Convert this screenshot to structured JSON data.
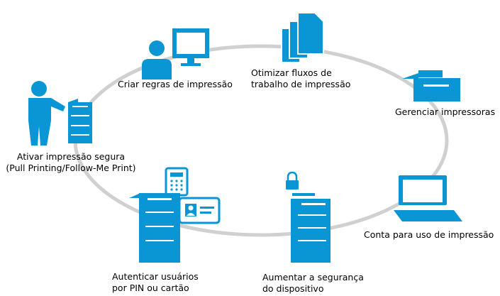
{
  "colors": {
    "accent": "#0a96d4",
    "cycle": "#d0d0d0",
    "icon_white": "#ffffff"
  },
  "steps": [
    {
      "icon": "computer-user-icon",
      "lines": [
        "Criar regras de impressão"
      ]
    },
    {
      "icon": "documents-icon",
      "lines": [
        "Otimizar fluxos de",
        "trabalho de impressão"
      ]
    },
    {
      "icon": "printer-icon",
      "lines": [
        "Gerenciar impressoras"
      ]
    },
    {
      "icon": "laptop-icon",
      "lines": [
        "Conta para uso de impressão"
      ]
    },
    {
      "icon": "secure-printer-icon",
      "lines": [
        "Aumentar a segurança",
        "do dispositivo"
      ]
    },
    {
      "icon": "printer-pin-card-icon",
      "lines": [
        "Autenticar usuários",
        "por PIN ou cartão"
      ]
    },
    {
      "icon": "person-printer-icon",
      "lines": [
        "Ativar impressão segura",
        "(Pull Printing/Follow-Me Print)"
      ]
    }
  ]
}
